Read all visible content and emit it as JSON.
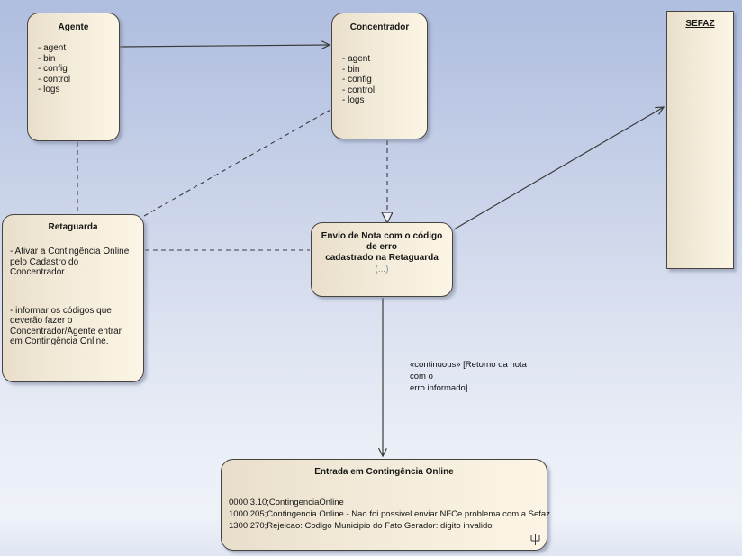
{
  "diagram": {
    "nodes": {
      "agente": {
        "title": "Agente",
        "items": [
          "- agent",
          "- bin",
          "- config",
          "- control",
          "- logs"
        ]
      },
      "concentrador": {
        "title": "Concentrador",
        "items": [
          "- agent",
          "- bin",
          "- config",
          "- control",
          "- logs"
        ]
      },
      "sefaz": {
        "title": "SEFAZ"
      },
      "retaguarda": {
        "title": "Retaguarda",
        "para1": "- Ativar a Contingência Online\npelo Cadastro do\nConcentrador.",
        "para2": "- informar os códigos que\ndeverão fazer o\nConcentrador/Agente entrar\nem Contingência Online."
      },
      "envio": {
        "title": "Envio de Nota com o código de erro\ncadastrado na Retaguarda",
        "subtitle": "(...)"
      },
      "entrada": {
        "title": "Entrada em Contingência Online",
        "codes": [
          "0000;3.10;ContingenciaOnline",
          "1000;205;Contingencia Online - Nao foi possivel enviar NFCe problema com a Sefaz",
          "1300;270;Rejeicao: Codigo Municipio do Fato Gerador: digito invalido"
        ]
      }
    },
    "labels": {
      "continuous_note": "«continuous» [Retorno da nota com o\nerro informado]"
    },
    "connectors": [
      {
        "from": "agente",
        "to": "concentrador",
        "style": "solid-arrow"
      },
      {
        "from": "agente",
        "to": "retaguarda",
        "style": "dashed"
      },
      {
        "from": "retaguarda",
        "to": "concentrador",
        "style": "dashed"
      },
      {
        "from": "retaguarda",
        "to": "envio",
        "style": "dashed"
      },
      {
        "from": "concentrador",
        "to": "envio",
        "style": "dashed-hollow-triangle"
      },
      {
        "from": "envio",
        "to": "sefaz",
        "style": "solid-arrow"
      },
      {
        "from": "envio",
        "to": "entrada",
        "style": "solid-arrow",
        "label": "«continuous» [Retorno da nota com o erro informado]"
      }
    ],
    "colors": {
      "background_top": "#afbddf",
      "background_bottom": "#eff2f9",
      "node_fill_left": "#e8decb",
      "node_fill_right": "#fcf5e5",
      "node_border": "#454440",
      "connector": "#3b3b3b",
      "text": "#161616",
      "subtitle_gray": "#7e89a0"
    }
  }
}
